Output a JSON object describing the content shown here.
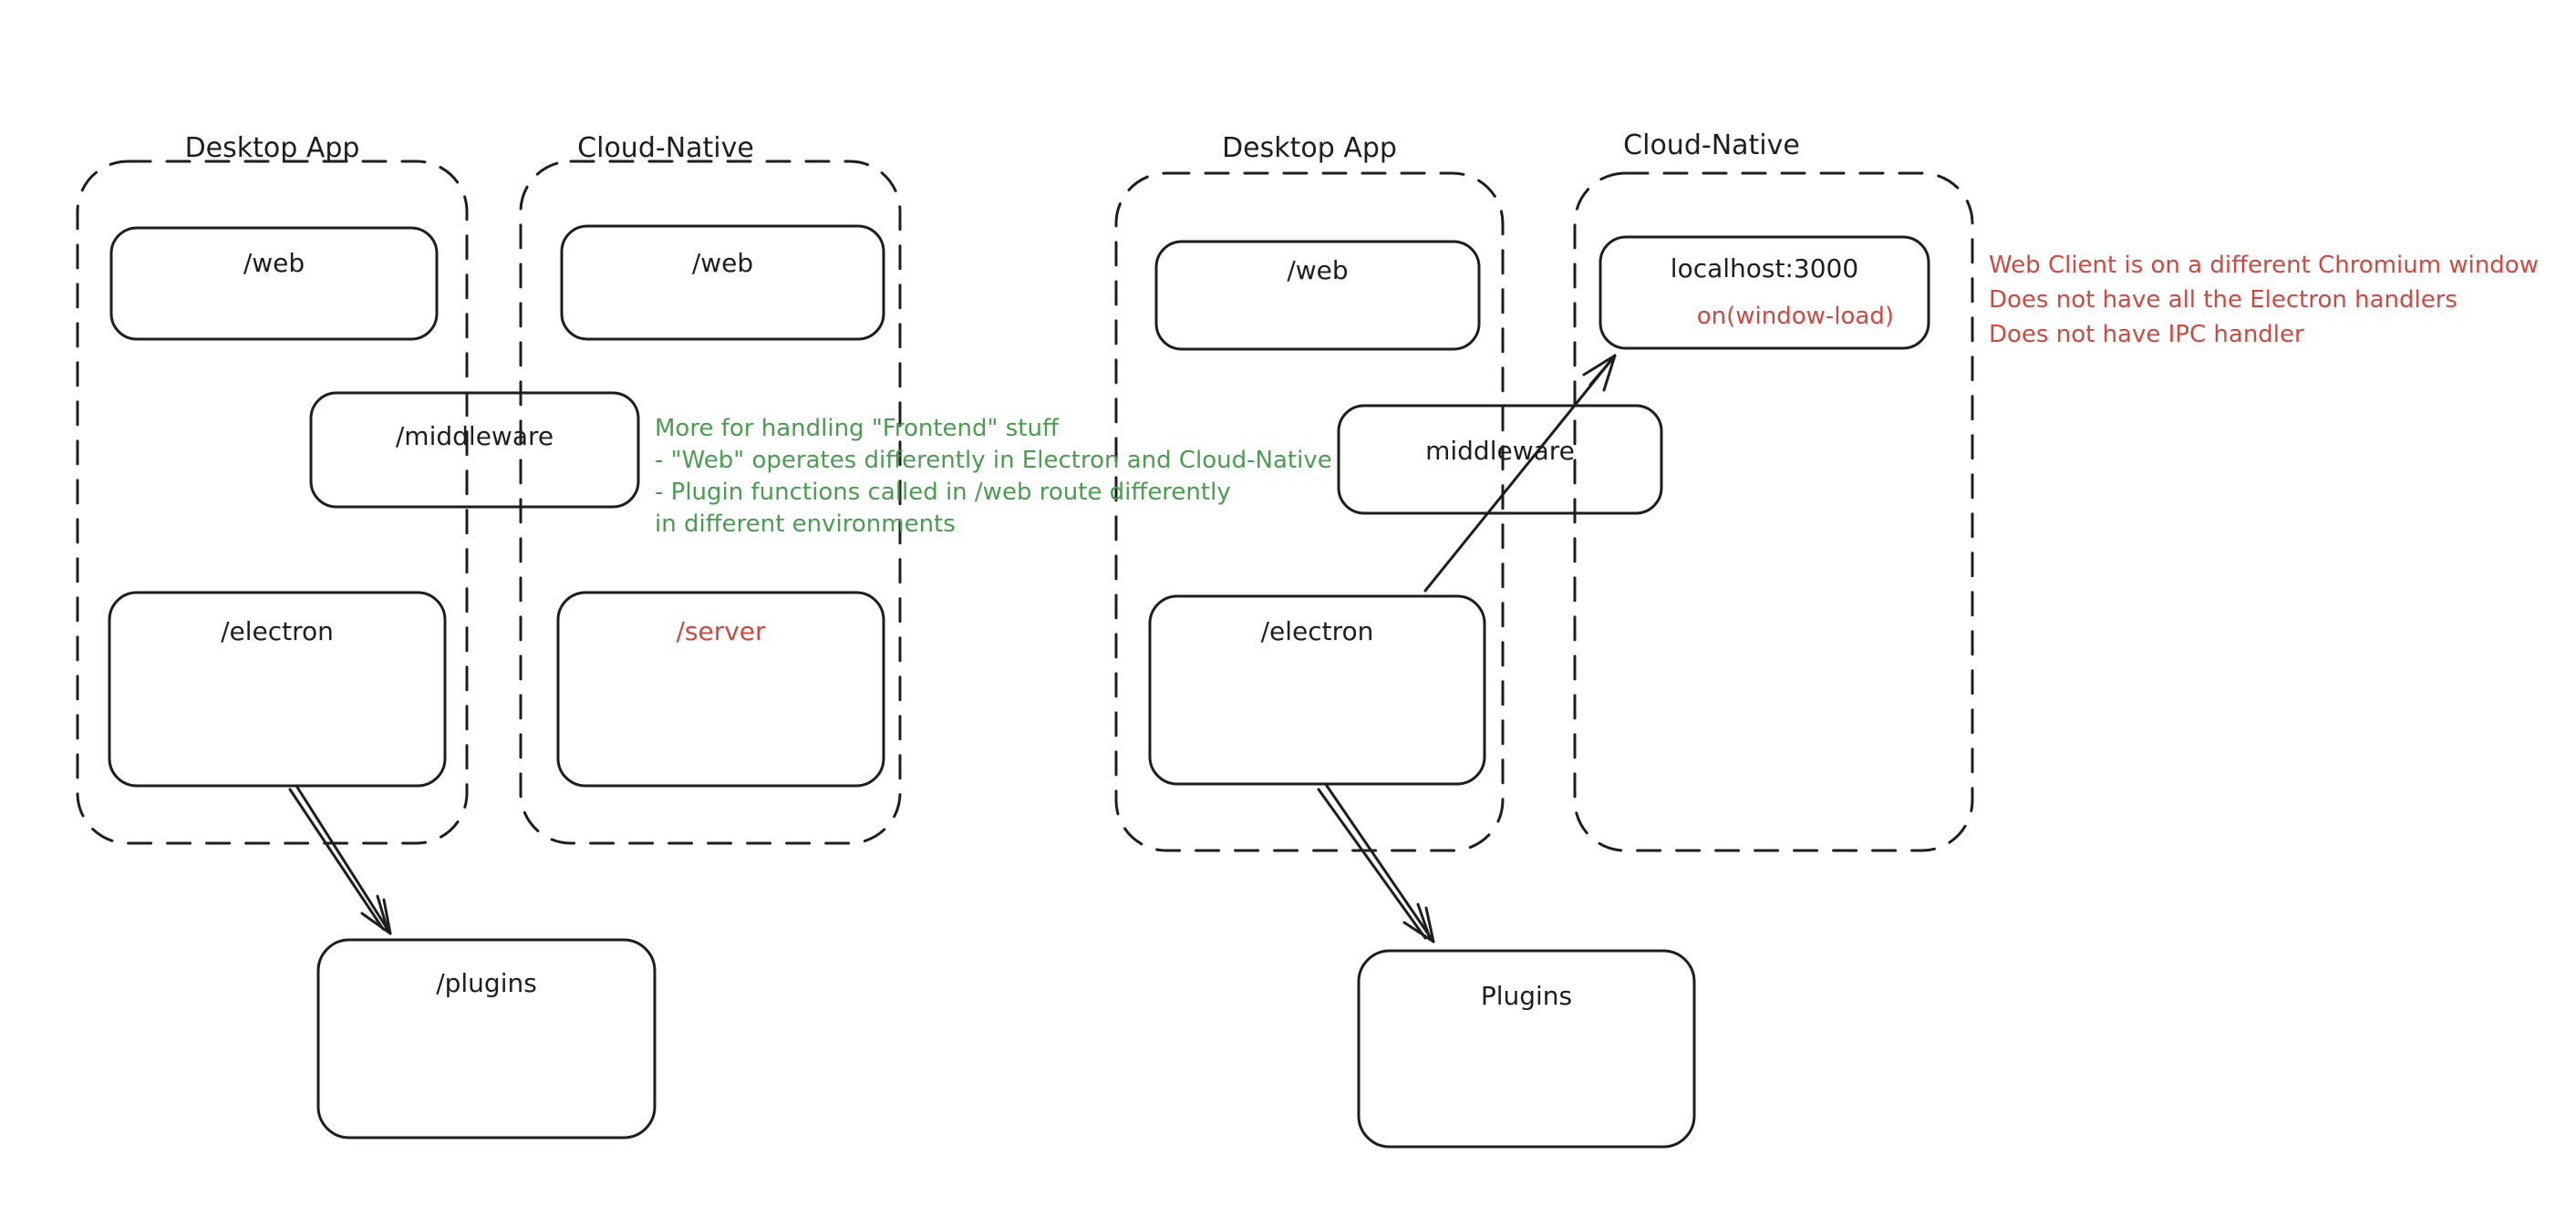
{
  "colors": {
    "stroke": "#1e1e1e",
    "green": "#4a9c50",
    "red": "#cb4a41",
    "background": "#ffffff"
  },
  "diagram_left": {
    "desktop_container_title": "Desktop App",
    "cloud_container_title": "Cloud-Native",
    "boxes": {
      "web_desktop": "/web",
      "web_cloud": "/web",
      "middleware": "/middleware",
      "electron": "/electron",
      "server": "/server",
      "plugins": "/plugins"
    },
    "note_green_lines": [
      "More for handling \"Frontend\" stuff",
      "- \"Web\" operates differently in Electron and Cloud-Native",
      "- Plugin functions called in /web route differently",
      "in different environments"
    ]
  },
  "diagram_right": {
    "desktop_container_title": "Desktop App",
    "cloud_container_title": "Cloud-Native",
    "boxes": {
      "web": "/web",
      "localhost": "localhost:3000",
      "localhost_sub": "on(window-load)",
      "middleware": "middleware",
      "electron": "/electron",
      "plugins": "Plugins"
    },
    "note_red_lines": [
      "Web Client is on a different Chromium window",
      "Does not have all the Electron handlers",
      "Does not have IPC handler"
    ]
  }
}
